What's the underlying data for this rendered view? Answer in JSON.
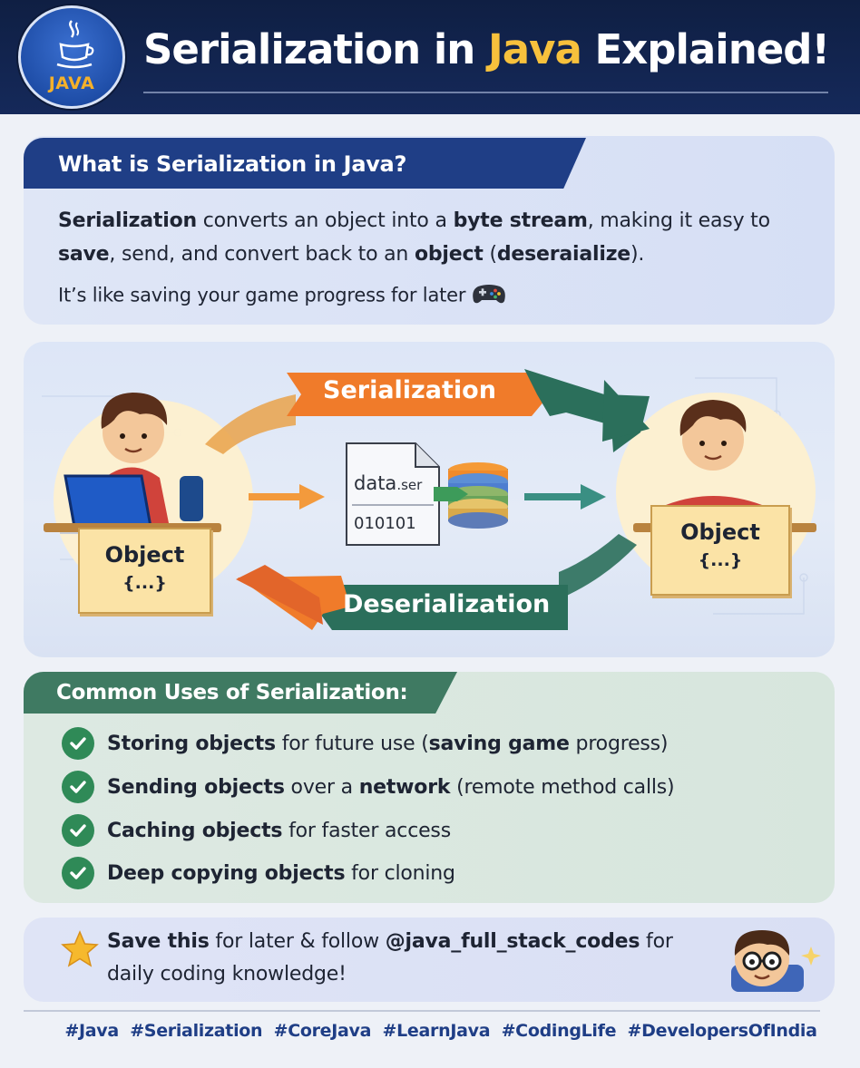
{
  "header": {
    "logo_text": "JAVA",
    "title_part1": "Serialization in ",
    "title_accent": "Java",
    "title_part2": " Explained!"
  },
  "what": {
    "heading": "What is Serialization in Java?",
    "line1": {
      "b1": "Serialization",
      "t1": " converts an object into a ",
      "b2": "byte stream",
      "t2": ", making it easy to"
    },
    "line2": {
      "b1": "save",
      "t1": ", send, and convert back to an ",
      "b2": "object",
      "t2": " (",
      "b3": "deseraialize",
      "t3": ")."
    },
    "line3": "It’s like saving your game progress for later",
    "line3_icon": "gamepad-icon"
  },
  "diagram": {
    "serialization_label": "Serialization",
    "deserialization_label": "Deserialization",
    "file_name_main": "data",
    "file_name_ext": ".ser",
    "file_bits": "010101",
    "left_object_title": "Object",
    "left_object_braces": "{...}",
    "right_object_title": "Object",
    "right_object_braces": "{...}"
  },
  "uses": {
    "heading": "Common Uses of Serialization:",
    "items": [
      {
        "b1": "Storing objects",
        "t1": " for future use (",
        "b2": "saving game",
        "t2": " progress)"
      },
      {
        "b1": "Sending objects",
        "t1": " over a ",
        "b2": "network",
        "t2": " (remote method calls)"
      },
      {
        "b1": "Caching objects",
        "t1": " for faster access",
        "b2": "",
        "t2": ""
      },
      {
        "b1": "Deep copying objects",
        "t1": " for cloning",
        "b2": "",
        "t2": ""
      }
    ]
  },
  "follow": {
    "b1": "Save this",
    "t1": " for later & follow ",
    "b2": "@java_full_stack_codes",
    "t2": " for",
    "line2": "daily coding knowledge!"
  },
  "hashtags": [
    "#Java",
    "#Serialization",
    "#CoreJava",
    "#LearnJava",
    "#CodingLife",
    "#DevelopersOfIndia"
  ],
  "colors": {
    "header_bg": "#15295a",
    "accent_yellow": "#f7c13c",
    "what_tab": "#1f3e86",
    "uses_tab": "#3f7a62",
    "serialization_arrow": "#f07b2a",
    "deserialization_arrow": "#2b6f5b",
    "check_green": "#2f8a57"
  }
}
